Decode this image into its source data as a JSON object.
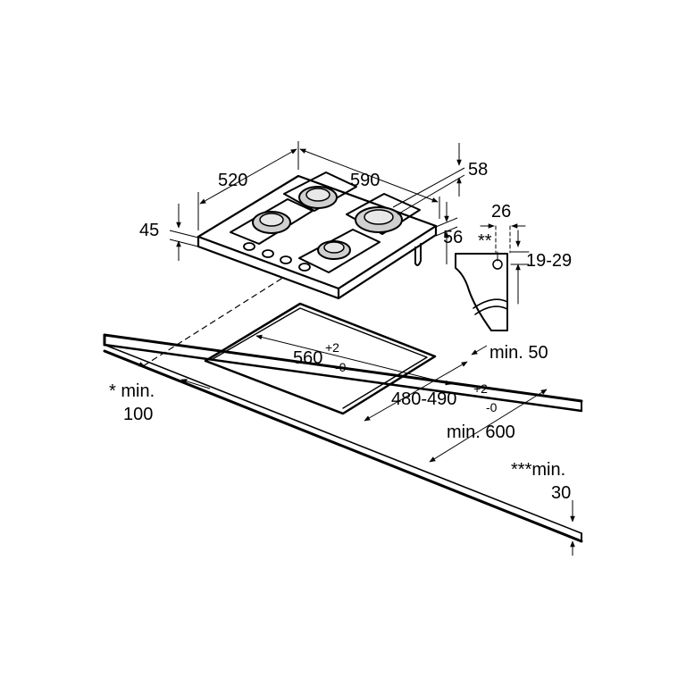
{
  "dimensions": {
    "hob_depth": "520",
    "hob_width": "590",
    "right_height": "58",
    "height_total": "45",
    "height_rear": "56",
    "bracket_depth": "26",
    "double_star": "**",
    "worktop_range": "19-29",
    "cutout_width": "560",
    "cutout_width_tol_plus": "+2",
    "cutout_width_tol_minus": "-0",
    "cutout_depth": "480-490",
    "cutout_depth_tol_plus": "+2",
    "cutout_depth_tol_minus": "-0",
    "min_rear": "min. 50",
    "min_side_line1": "* min.",
    "min_side_line2": "100",
    "min_worktop": "min. 600",
    "min_front_line1": "***min.",
    "min_front_line2": "30"
  },
  "colors": {
    "line": "#000000",
    "background": "#ffffff",
    "burner": "#d0d0d0"
  }
}
